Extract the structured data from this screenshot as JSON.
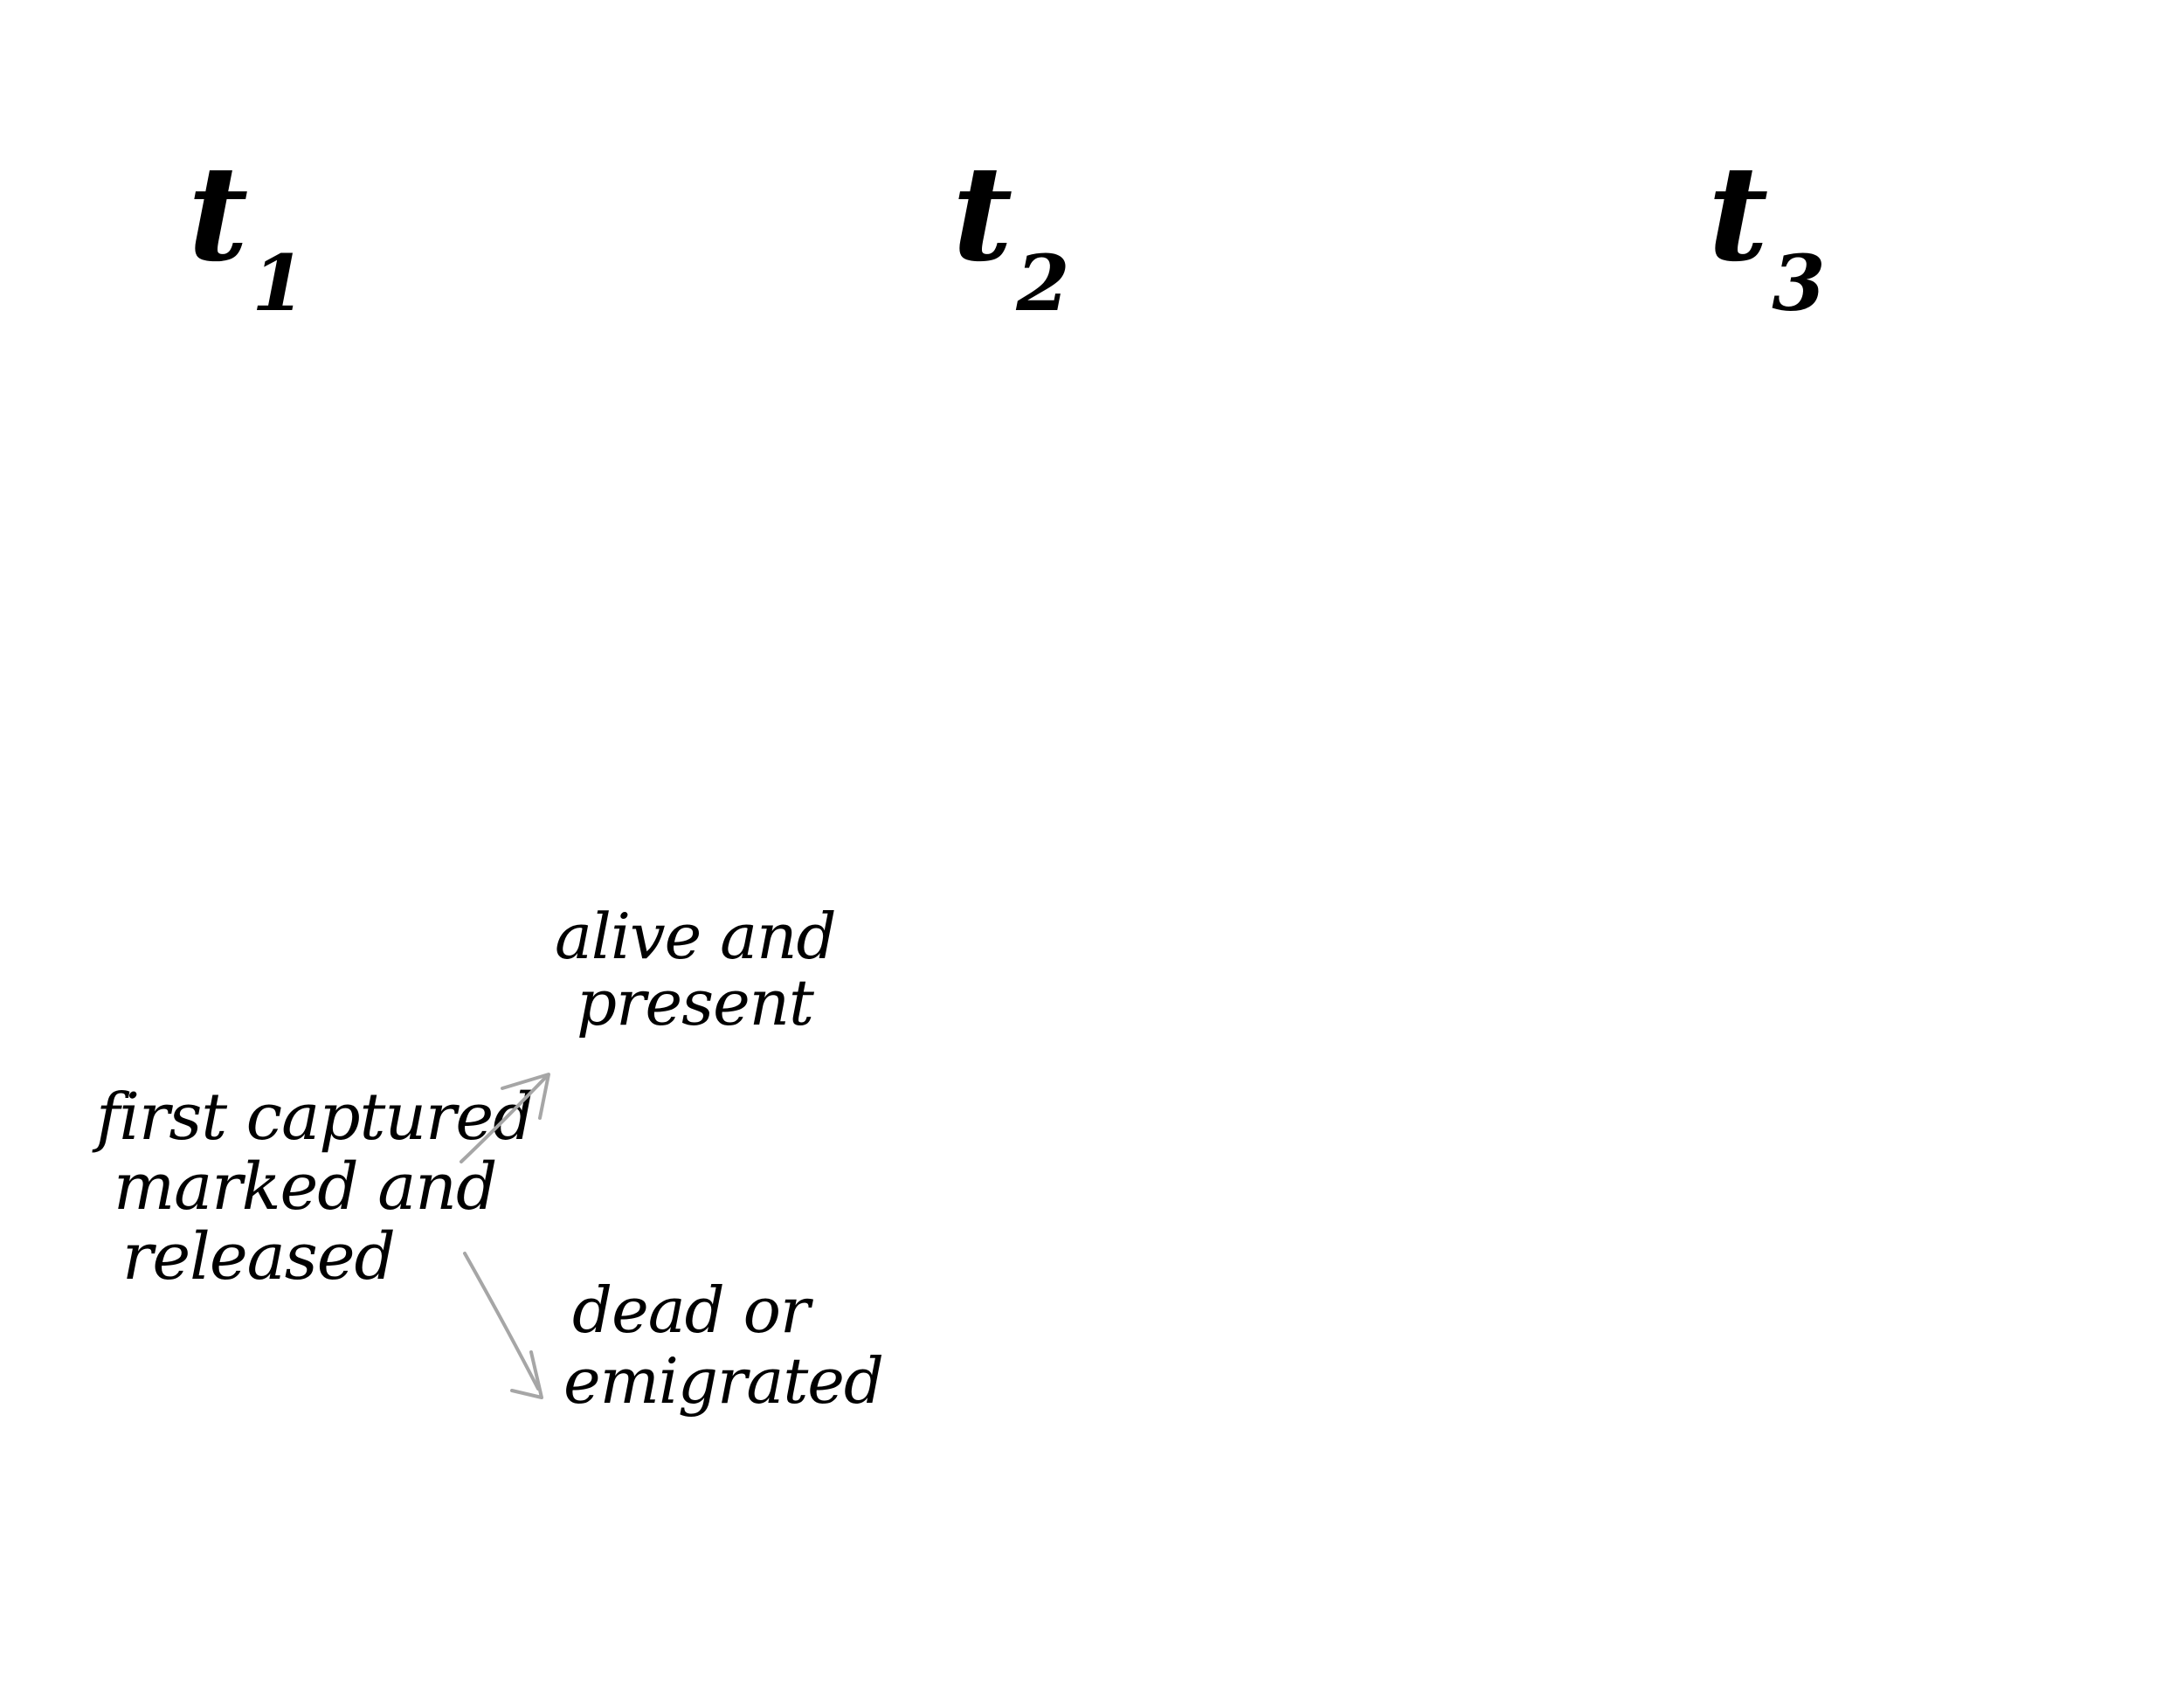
{
  "diagram": {
    "time_points": [
      {
        "base": "t",
        "sub": "1"
      },
      {
        "base": "t",
        "sub": "2"
      },
      {
        "base": "t",
        "sub": "3"
      }
    ],
    "origin_note": {
      "lines": [
        "first captured",
        "marked and",
        "released"
      ]
    },
    "outcome_alive": {
      "lines": [
        "alive and",
        "present"
      ]
    },
    "outcome_dead": {
      "lines": [
        "dead or",
        "emigrated"
      ]
    },
    "colors": {
      "ink": "#000000",
      "arrow": "#a6a6a6",
      "background": "#ffffff"
    }
  }
}
